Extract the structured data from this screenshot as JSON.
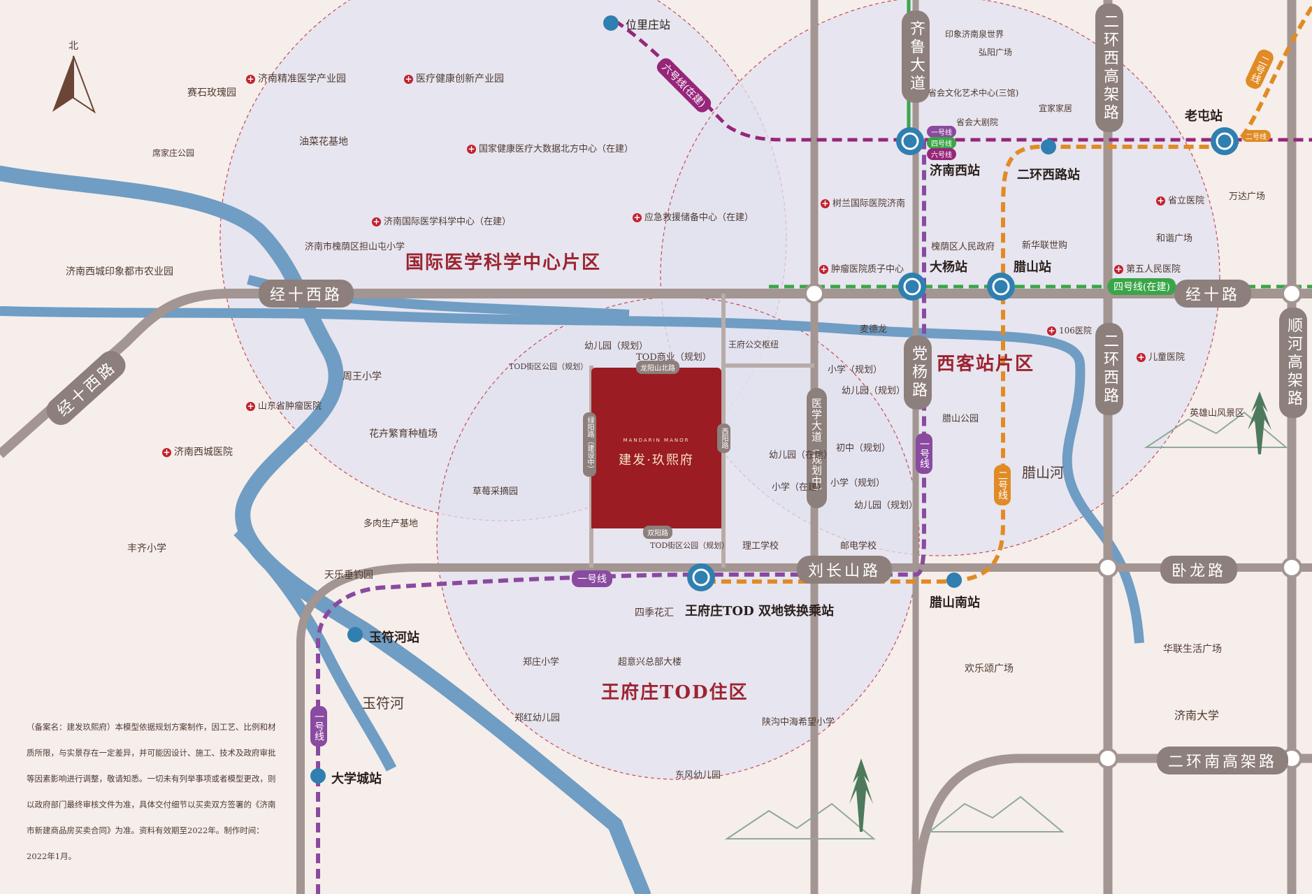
{
  "compass": {
    "north": "北"
  },
  "project": {
    "name": "建发·玖熙府",
    "name_en": "MANDARIN MANOR"
  },
  "districts": {
    "medical": "国际医学科学中心片区",
    "xike": "西客站片区",
    "wangfuzhuang": "王府庄TOD住区"
  },
  "roads": {
    "jingshi_west_h": "经十西路",
    "jingshi_west_diag": "经十西路",
    "jingshi": "经十路",
    "jilu": "齐鲁大道",
    "erhuan_west_elevated": "二环西高架路",
    "erhuan_west": "二环西路",
    "dangyang": "党杨路",
    "yixue": "医学大道（规划中）",
    "liuchangshan": "刘长山路",
    "wolong": "卧龙路",
    "shunhe": "顺河高架路",
    "erhuan_south": "二环南高架路",
    "yuansheng": "龙阳山北路",
    "yangjiang": "绿阳路（建设中）",
    "xiyang": "西阳路",
    "shuangyong": "双阳路"
  },
  "stations": {
    "weiwangzhuang": "位里庄站",
    "jinanxi": "济南西站",
    "erhuanxi": "二环西路站",
    "laotun": "老屯站",
    "dayang": "大杨站",
    "lashan": "腊山站",
    "wangfuzhuang": "王府庄TOD 双地铁换乘站",
    "lashannan": "腊山南站",
    "yufuhe": "玉符河站",
    "daxuecheng": "大学城站"
  },
  "lines": {
    "line6_diag": "六号线(在建)",
    "line2_ne": "二号线",
    "line4": "四号线(在建)",
    "line1_v": "一号线",
    "line2_v": "二号线",
    "line1_h": "一号线",
    "line1_sw": "一号线",
    "badge_line1": "一号线",
    "badge_line4": "四号线",
    "badge_line6": "六号线",
    "badge_line2": "二号线"
  },
  "water": {
    "yufu": "玉符河",
    "lashan": "腊山河"
  },
  "pois": [
    {
      "id": "yinxiang_jinan",
      "text": "印象济南泉世界",
      "hosp": false
    },
    {
      "id": "hongyang",
      "text": "弘阳广场",
      "hosp": false
    },
    {
      "id": "provincial_culture",
      "text": "省会文化艺术中心(三馆)",
      "hosp": false
    },
    {
      "id": "yijia",
      "text": "宜家家居",
      "hosp": false
    },
    {
      "id": "grand_theater",
      "text": "省会大剧院",
      "hosp": false
    },
    {
      "id": "jinan_precision",
      "text": "济南精准医学产业园",
      "hosp": true
    },
    {
      "id": "medical_innov",
      "text": "医疗健康创新产业园",
      "hosp": true
    },
    {
      "id": "saishi_rose",
      "text": "赛石玫瑰园",
      "hosp": false
    },
    {
      "id": "xijiazhuang_park",
      "text": "席家庄公园",
      "hosp": false
    },
    {
      "id": "youcai",
      "text": "油菜花基地",
      "hosp": false
    },
    {
      "id": "bigdata",
      "text": "国家健康医疗大数据北方中心（在建）",
      "hosp": true
    },
    {
      "id": "intl_medical",
      "text": "济南国际医学科学中心（在建）",
      "hosp": true
    },
    {
      "id": "emergency",
      "text": "应急救援储备中心（在建）",
      "hosp": true
    },
    {
      "id": "danshantun",
      "text": "济南市槐荫区担山屯小学",
      "hosp": false
    },
    {
      "id": "agri_park",
      "text": "济南西城印象都市农业园",
      "hosp": false
    },
    {
      "id": "shulan",
      "text": "树兰国际医院济南",
      "hosp": true
    },
    {
      "id": "huaiyin_gov",
      "text": "槐荫区人民政府",
      "hosp": false
    },
    {
      "id": "xinhua",
      "text": "新华联世购",
      "hosp": false
    },
    {
      "id": "tumor_proton",
      "text": "肿瘤医院质子中心",
      "hosp": true
    },
    {
      "id": "maidelong",
      "text": "麦德龙",
      "hosp": false
    },
    {
      "id": "hosp106",
      "text": "106医院",
      "hosp": true
    },
    {
      "id": "provincial_hosp",
      "text": "省立医院",
      "hosp": true
    },
    {
      "id": "wanda",
      "text": "万达广场",
      "hosp": false
    },
    {
      "id": "hexie",
      "text": "和谐广场",
      "hosp": false
    },
    {
      "id": "fifth_hosp",
      "text": "第五人民医院",
      "hosp": true
    },
    {
      "id": "children_hosp",
      "text": "儿童医院",
      "hosp": true
    },
    {
      "id": "yingxiongshan",
      "text": "英雄山风景区",
      "hosp": false
    },
    {
      "id": "zhouwang",
      "text": "周王小学",
      "hosp": false
    },
    {
      "id": "shandong_tumor",
      "text": "山东省肿瘤医院",
      "hosp": true
    },
    {
      "id": "jinan_west_hosp",
      "text": "济南西城医院",
      "hosp": true
    },
    {
      "id": "huahui",
      "text": "花卉繁育种植场",
      "hosp": false
    },
    {
      "id": "kindergarten_plan1",
      "text": "幼儿园（规划）",
      "hosp": false
    },
    {
      "id": "tod_commerce",
      "text": "TOD商业（规划）",
      "hosp": false
    },
    {
      "id": "tod_park1",
      "text": "TOD街区公园（规划）",
      "hosp": false
    },
    {
      "id": "wangfu_bus",
      "text": "王府公交枢纽",
      "hosp": false
    },
    {
      "id": "primary_plan1",
      "text": "小学（规划）",
      "hosp": false
    },
    {
      "id": "kindergarten_plan2",
      "text": "幼儿园（规划）",
      "hosp": false
    },
    {
      "id": "junior_plan",
      "text": "初中（规划）",
      "hosp": false
    },
    {
      "id": "kindergarten_build",
      "text": "幼儿园（在建）",
      "hosp": false
    },
    {
      "id": "primary_build",
      "text": "小学（在建）",
      "hosp": false
    },
    {
      "id": "primary_plan2",
      "text": "小学（规划）",
      "hosp": false
    },
    {
      "id": "kindergarten_plan3",
      "text": "幼儿园（规划）",
      "hosp": false
    },
    {
      "id": "ligong",
      "text": "理工学校",
      "hosp": false
    },
    {
      "id": "youdian",
      "text": "邮电学校",
      "hosp": false
    },
    {
      "id": "lashan_park",
      "text": "腊山公园",
      "hosp": false
    },
    {
      "id": "caomei",
      "text": "草莓采摘园",
      "hosp": false
    },
    {
      "id": "duorou",
      "text": "多肉生产基地",
      "hosp": false
    },
    {
      "id": "tod_park2",
      "text": "TOD街区公园（规划）",
      "hosp": false
    },
    {
      "id": "fengqi",
      "text": "丰齐小学",
      "hosp": false
    },
    {
      "id": "tianle",
      "text": "天乐垂钓园",
      "hosp": false
    },
    {
      "id": "siji",
      "text": "四季花汇",
      "hosp": false
    },
    {
      "id": "zhengzhuang",
      "text": "郑庄小学",
      "hosp": false
    },
    {
      "id": "chaoyi",
      "text": "超意兴总部大楼",
      "hosp": false
    },
    {
      "id": "huanle",
      "text": "欢乐颂广场",
      "hosp": false
    },
    {
      "id": "hualian",
      "text": "华联生活广场",
      "hosp": false
    },
    {
      "id": "jinan_univ",
      "text": "济南大学",
      "hosp": false
    },
    {
      "id": "zhenghong",
      "text": "郑红幼儿园",
      "hosp": false
    },
    {
      "id": "shaangou",
      "text": "陕沟中海希望小学",
      "hosp": false
    },
    {
      "id": "dongfeng",
      "text": "东风幼儿园",
      "hosp": false
    }
  ],
  "disclaimer": "（备案名：建发玖熙府）本模型依据规划方案制作，因工艺、比例和材质所限，与实景存在一定差异，并可能因设计、施工、技术及政府审批等因素影响进行调整，敬请知悉。一切未有列举事项或者模型更改，则以政府部门最终审核文件为准，具体交付细节以买卖双方签署的《济南市新建商品房买卖合同》为准。资料有效期至2022年。制作时间：2022年1月。",
  "colors": {
    "background": "#f6eeea",
    "river": "#6f9dc4",
    "road": "#8d7f7b",
    "project": "#9b1c23",
    "district_text": "#9b2430",
    "line1": "#8a4aa0",
    "line2": "#e08b25",
    "line4": "#3aa548",
    "line6": "#96267a",
    "circle_fill": "#e1e1f0",
    "circle_stroke": "#c64a54"
  }
}
